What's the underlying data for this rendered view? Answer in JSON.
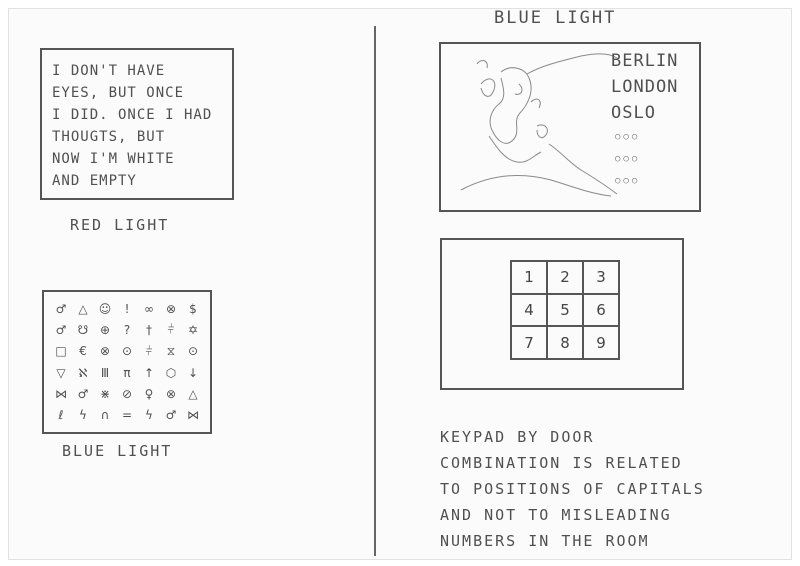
{
  "riddle": {
    "lines": [
      "I DON'T HAVE",
      "EYES, BUT ONCE",
      "I DID. ONCE I HAD",
      "THOUGTS, BUT",
      "NOW I'M WHITE",
      "AND EMPTY"
    ],
    "caption": "RED LIGHT"
  },
  "symbols": {
    "grid": [
      [
        "♂",
        "△",
        "☺",
        "!",
        "∞",
        "⊗",
        "$"
      ],
      [
        "♂",
        "☋",
        "⊕",
        "?",
        "†",
        "⫩",
        "✡"
      ],
      [
        "□",
        "€",
        "⊗",
        "⊙",
        "⫩",
        "⧖",
        "⊙"
      ],
      [
        "▽",
        "ℵ",
        "Ⅲ",
        "π",
        "↑",
        "⬡",
        "↓"
      ],
      [
        "⋈",
        "♂",
        "⋇",
        "⊘",
        "♀",
        "⊗",
        "△"
      ],
      [
        "ℓ",
        "ϟ",
        "∩",
        "=",
        "ϟ",
        "♂",
        "⋈"
      ]
    ],
    "caption": "BLUE LIGHT"
  },
  "map_panel": {
    "heading": "BLUE LIGHT",
    "cities": [
      "BERLIN",
      "LONDON",
      "OSLO"
    ],
    "dot_rows": [
      "○○○",
      "○○○",
      "○○○"
    ]
  },
  "keypad": {
    "keys": [
      "1",
      "2",
      "3",
      "4",
      "5",
      "6",
      "7",
      "8",
      "9"
    ]
  },
  "note": {
    "lines": [
      "KEYPAD BY DOOR",
      "COMBINATION IS RELATED",
      "TO POSITIONS OF CAPITALS",
      "AND NOT TO MISLEADING",
      "NUMBERS IN THE ROOM"
    ]
  },
  "colors": {
    "ink": "#555555",
    "paper": "#fbfbfb"
  }
}
